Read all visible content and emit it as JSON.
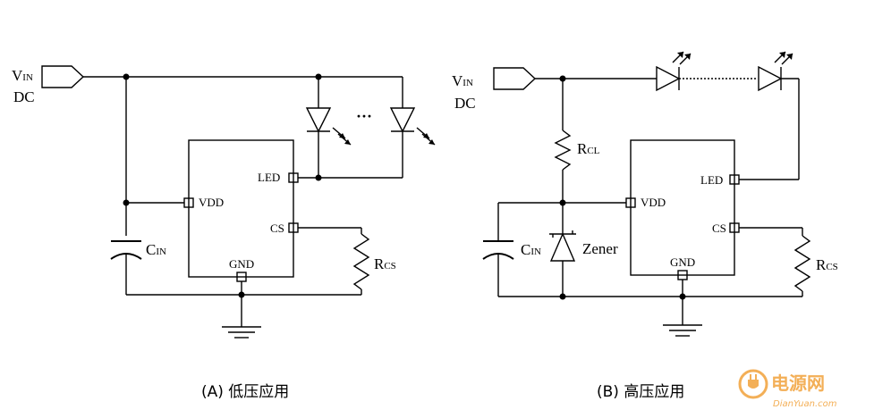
{
  "circuit_a": {
    "vin": "V",
    "vin_sub": "IN",
    "dc": "DC",
    "cin": "C",
    "cin_sub": "IN",
    "rcs": "R",
    "rcs_sub": "CS",
    "pin_vdd": "VDD",
    "pin_led": "LED",
    "pin_cs": "CS",
    "pin_gnd": "GND",
    "dots": "···",
    "caption": "(A)  低压应用"
  },
  "circuit_b": {
    "vin": "V",
    "vin_sub": "IN",
    "dc": "DC",
    "rcl": "R",
    "rcl_sub": "CL",
    "cin": "C",
    "cin_sub": "IN",
    "zener": "Zener",
    "rcs": "R",
    "rcs_sub": "CS",
    "pin_vdd": "VDD",
    "pin_led": "LED",
    "pin_cs": "CS",
    "pin_gnd": "GND",
    "caption": "(B)  高压应用"
  },
  "watermark": {
    "text": "电源网",
    "url": "DianYuan.com",
    "color": "#f2a23a"
  }
}
